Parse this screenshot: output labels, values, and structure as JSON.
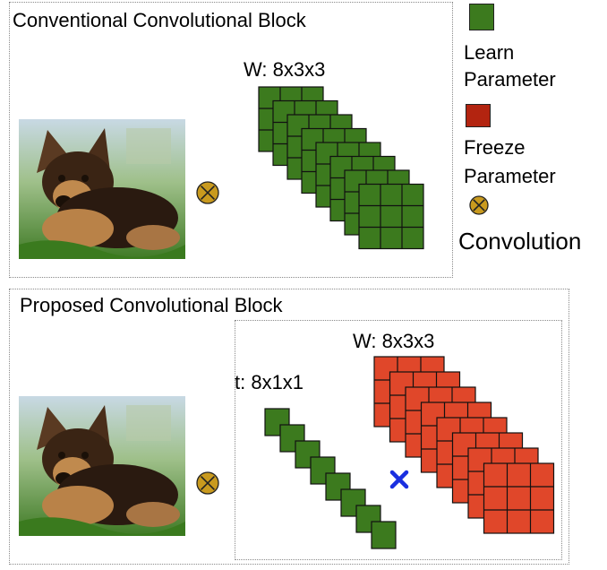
{
  "colors": {
    "learn": "#3c7a1e",
    "freeze": "#b32410",
    "freeze_weight": "#e0472a",
    "conv_symbol": "#c99a1e",
    "multiply": "#1a2fe0",
    "sky": "#d9e6ef",
    "grass": "#4f8a2f"
  },
  "conventional": {
    "title": "Conventional Convolutional Block",
    "weight_label": "W: 8x3x3",
    "kernel_count": 8
  },
  "proposed": {
    "title": "Proposed Convolutional Block",
    "weight_label": "W: 8x3x3",
    "t_label": "t: 8x1x1",
    "kernel_count": 8
  },
  "legend": {
    "learn_label_1": "Learn",
    "learn_label_2": "Parameter",
    "freeze_label_1": "Freeze",
    "freeze_label_2": "Parameter",
    "conv_label": "Convolution"
  },
  "icons": {
    "convolution": "circled-x-icon",
    "multiply": "multiply-x-icon",
    "input_image": "dog-photo"
  }
}
